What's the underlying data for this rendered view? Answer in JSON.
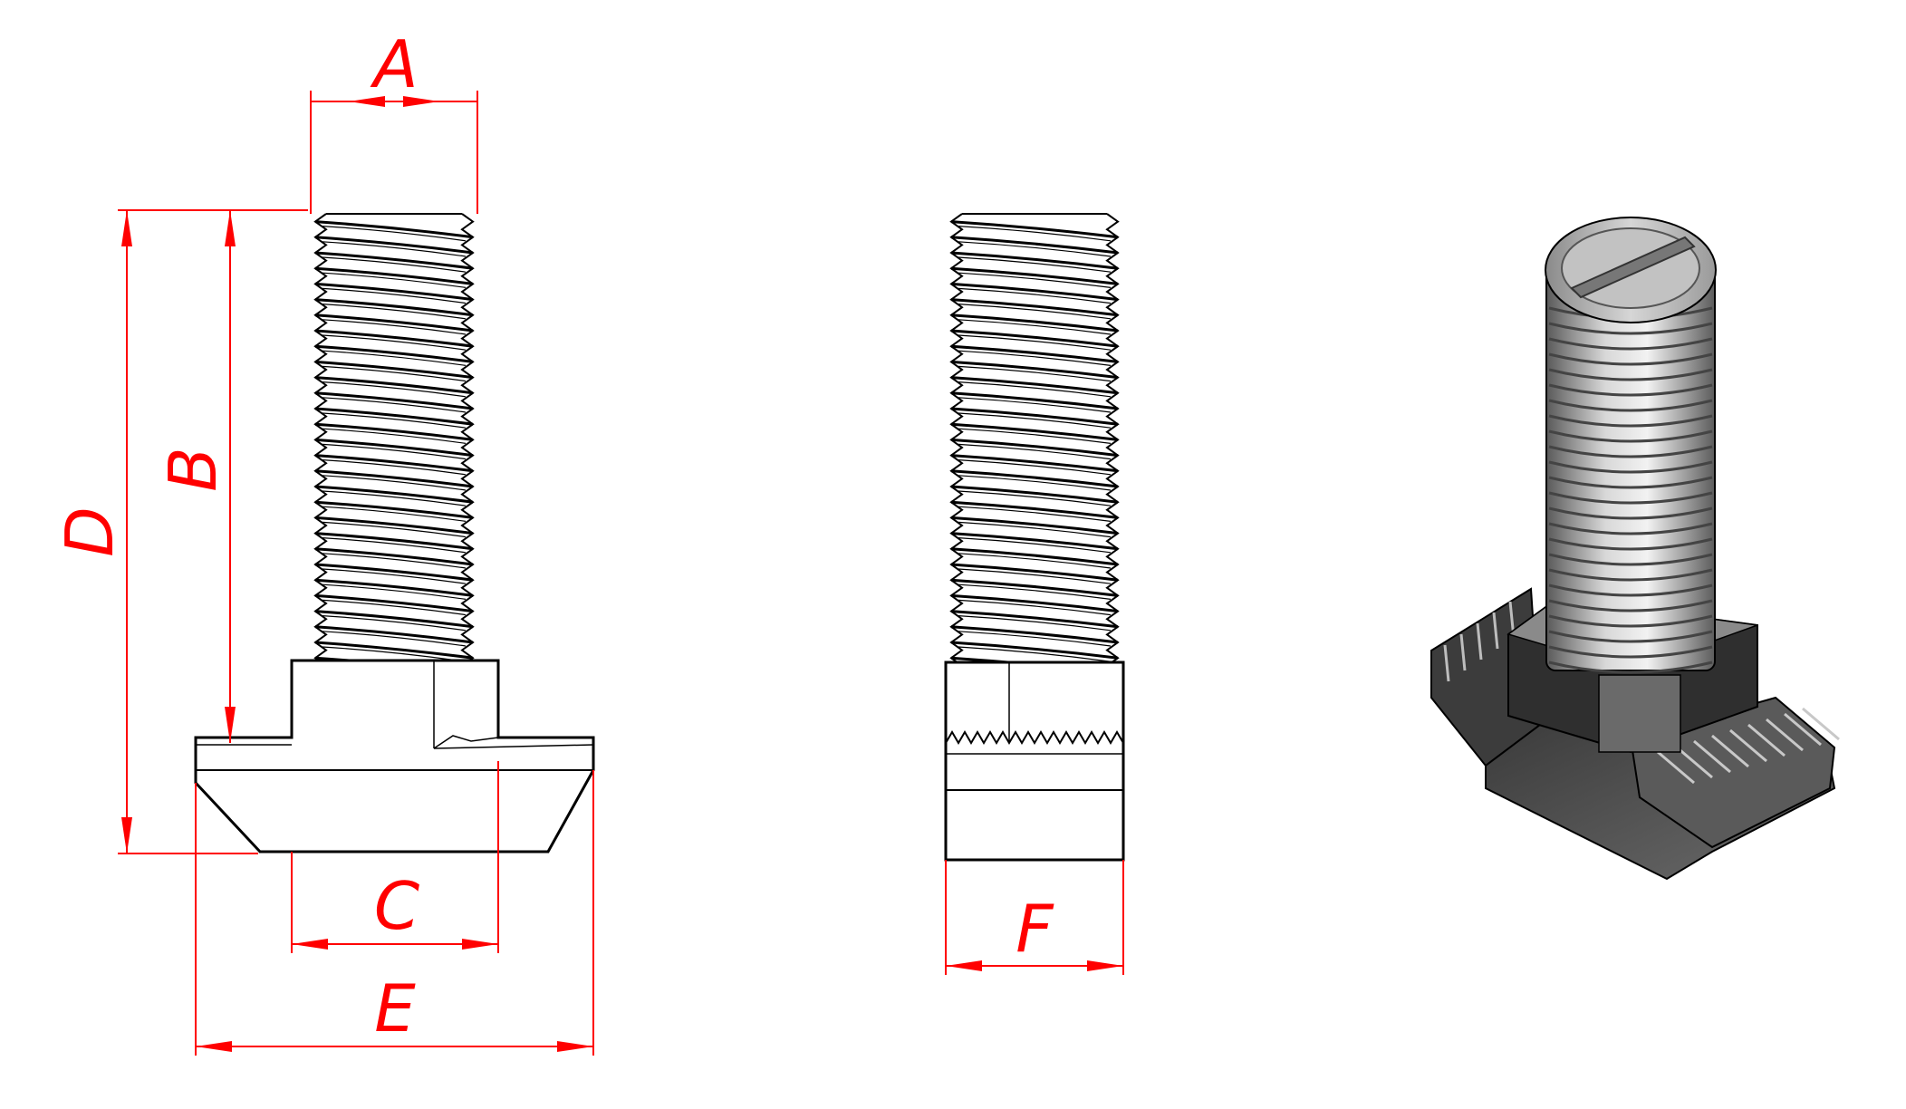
{
  "labels": {
    "A": "A",
    "B": "B",
    "C": "C",
    "D": "D",
    "E": "E",
    "F": "F"
  },
  "colors": {
    "dimension": "#ff0000",
    "outline": "#000000",
    "metal_dark": "#4a4a4a",
    "metal_light": "#cfcfcf"
  }
}
